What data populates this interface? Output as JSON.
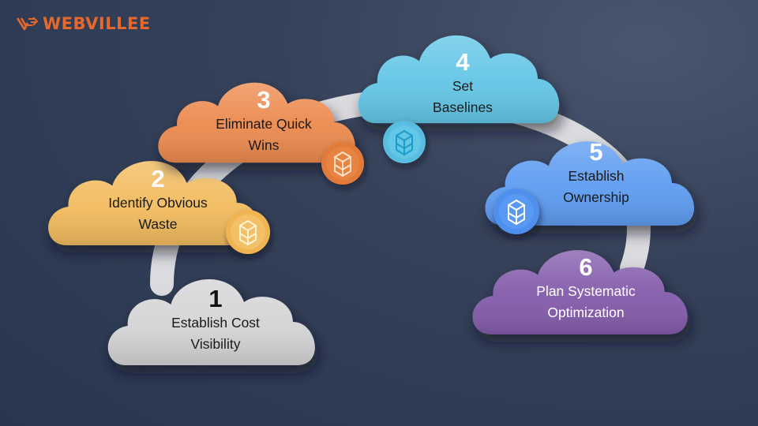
{
  "brand": {
    "name": "WEBVILLEE",
    "color": "#e8672a",
    "icon": "webvillee-logo-icon"
  },
  "steps": [
    {
      "number": "1",
      "line1": "Establish Cost",
      "line2": "Visibility",
      "color": "#d4d4d6",
      "number_color": "#111111",
      "text_color": "#1a1a1a",
      "icon": null
    },
    {
      "number": "2",
      "line1": "Identify Obvious",
      "line2": "Waste",
      "color": "#f2bb5e",
      "number_color": "#ffffff",
      "text_color": "#1a1a1a",
      "icon": "server-box-icon"
    },
    {
      "number": "3",
      "line1": "Eliminate Quick",
      "line2": "Wins",
      "color": "#ec8a4e",
      "number_color": "#ffffff",
      "text_color": "#1a1a1a",
      "icon": "server-box-icon"
    },
    {
      "number": "4",
      "line1": "Set",
      "line2": "Baselines",
      "color": "#63c6e6",
      "number_color": "#ffffff",
      "text_color": "#1a1a1a",
      "icon": "server-box-icon"
    },
    {
      "number": "5",
      "line1": "Establish",
      "line2": "Ownership",
      "color": "#5e9cf1",
      "number_color": "#ffffff",
      "text_color": "#1a1a1a",
      "icon": "server-box-icon"
    },
    {
      "number": "6",
      "line1": "Plan Systematic",
      "line2": "Optimization",
      "color": "#845cab",
      "number_color": "#ffffff",
      "text_color": "#ffffff",
      "icon": null
    }
  ]
}
